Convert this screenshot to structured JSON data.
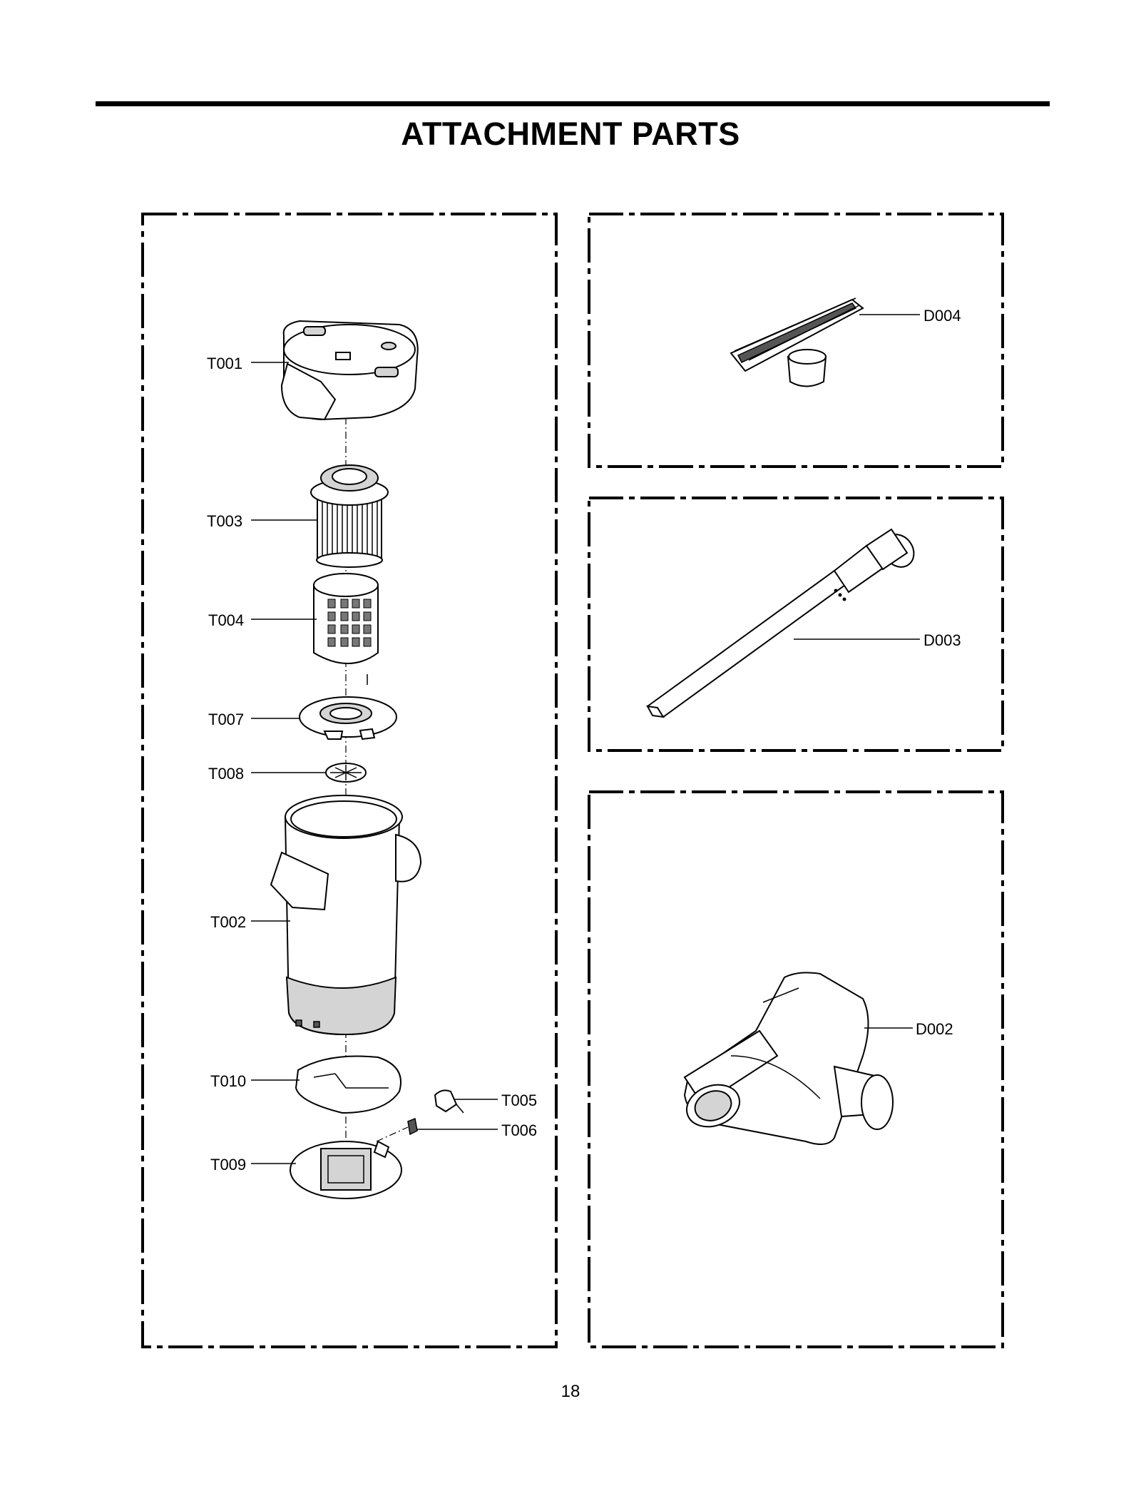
{
  "title": "ATTACHMENT PARTS",
  "page_number": "18",
  "parts": {
    "T001": "T001",
    "T003": "T003",
    "T004": "T004",
    "T007": "T007",
    "T008": "T008",
    "T002": "T002",
    "T010": "T010",
    "T005": "T005",
    "T006": "T006",
    "T009": "T009",
    "D004": "D004",
    "D003": "D003",
    "D002": "D002"
  }
}
